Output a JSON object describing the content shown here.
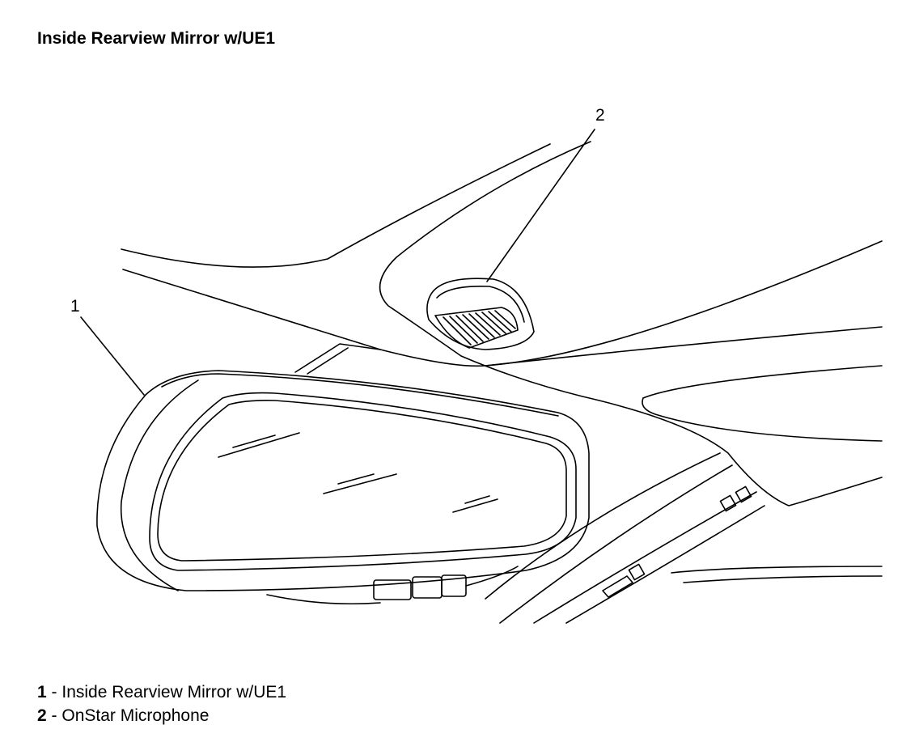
{
  "title": "Inside Rearview Mirror w/UE1",
  "callouts": [
    {
      "number": "1",
      "label": "Inside Rearview Mirror w/UE1"
    },
    {
      "number": "2",
      "label": "OnStar Microphone"
    }
  ],
  "legend_separator": " - "
}
